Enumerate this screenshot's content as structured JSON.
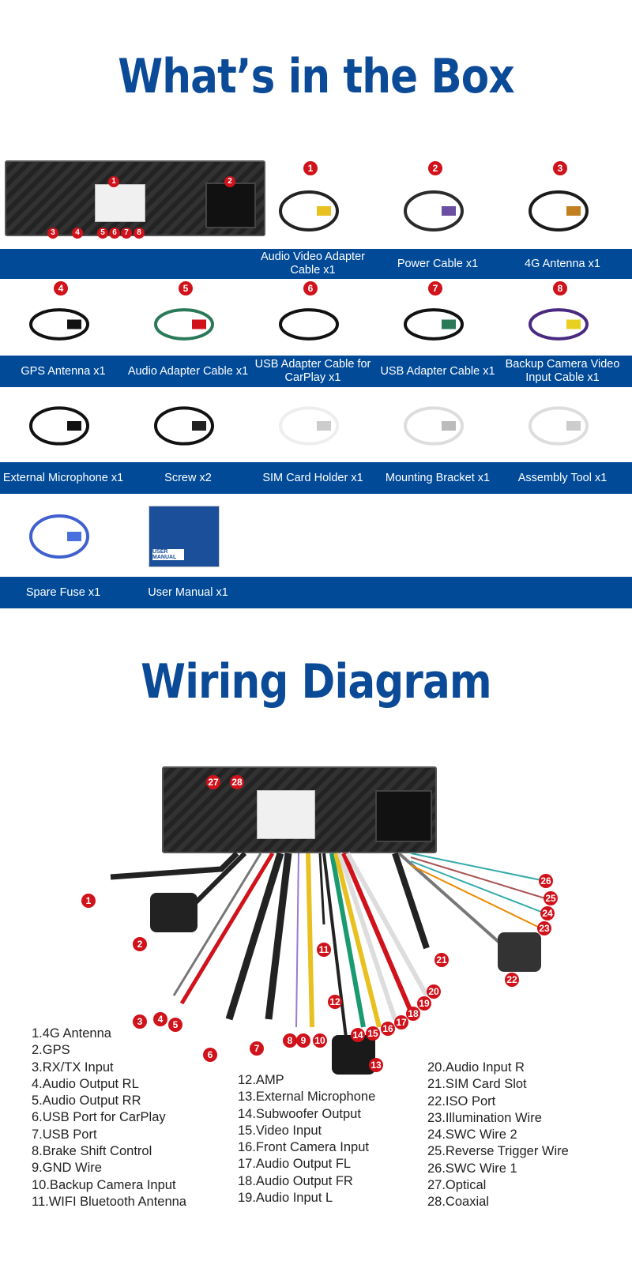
{
  "box": {
    "title": "What’s in the Box",
    "rows": [
      [
        {
          "num": "",
          "label": "",
          "unit": true
        },
        {
          "num": "1",
          "label": "Audio Video Adapter Cable x1"
        },
        {
          "num": "2",
          "label": "Power Cable x1"
        },
        {
          "num": "3",
          "label": "4G Antenna x1"
        }
      ],
      [
        {
          "num": "4",
          "label": "GPS Antenna x1"
        },
        {
          "num": "5",
          "label": "Audio Adapter Cable x1"
        },
        {
          "num": "6",
          "label": "USB Adapter Cable for CarPlay x1"
        },
        {
          "num": "7",
          "label": "USB Adapter Cable x1"
        },
        {
          "num": "8",
          "label": "Backup Camera Video Input Cable x1"
        }
      ],
      [
        {
          "num": "",
          "label": "External Microphone x1"
        },
        {
          "num": "",
          "label": "Screw x2"
        },
        {
          "num": "",
          "label": "SIM Card Holder x1"
        },
        {
          "num": "",
          "label": "Mounting Bracket x1"
        },
        {
          "num": "",
          "label": "Assembly Tool x1"
        }
      ],
      [
        {
          "num": "",
          "label": "Spare Fuse x1"
        },
        {
          "num": "",
          "label": "User Manual x1"
        }
      ]
    ],
    "unit_badges": [
      "1",
      "2",
      "3",
      "4",
      "5",
      "6",
      "7",
      "8"
    ],
    "manual_text": "USER MANUAL"
  },
  "wiring": {
    "title": "Wiring Diagram",
    "callouts": [
      "1",
      "2",
      "3",
      "4",
      "5",
      "6",
      "7",
      "8",
      "9",
      "10",
      "11",
      "12",
      "13",
      "14",
      "15",
      "16",
      "17",
      "18",
      "19",
      "20",
      "21",
      "22",
      "23",
      "24",
      "25",
      "26",
      "27",
      "28"
    ],
    "legend_col1": [
      "1.4G Antenna",
      "2.GPS",
      "3.RX/TX Input",
      "4.Audio Output RL",
      "5.Audio Output RR",
      "6.USB Port for CarPlay",
      "7.USB Port",
      "8.Brake Shift Control",
      "9.GND Wire",
      "10.Backup Camera Input",
      "11.WIFI Bluetooth Antenna"
    ],
    "legend_col2": [
      "12.AMP",
      "13.External Microphone",
      "14.Subwoofer Output",
      "15.Video Input",
      "16.Front Camera Input",
      "17.Audio Output FL",
      "18.Audio Output FR",
      "19.Audio Input L"
    ],
    "legend_col3": [
      "20.Audio Input R",
      "21.SIM Card Slot",
      "22.ISO Port",
      "23.Illumination Wire",
      "24.SWC Wire 2",
      "25.Reverse Trigger Wire",
      "26.SWC Wire 1",
      "27.Optical",
      "28.Coaxial"
    ]
  },
  "colors": {
    "brand": "#004a98",
    "badge": "#d0121b"
  }
}
